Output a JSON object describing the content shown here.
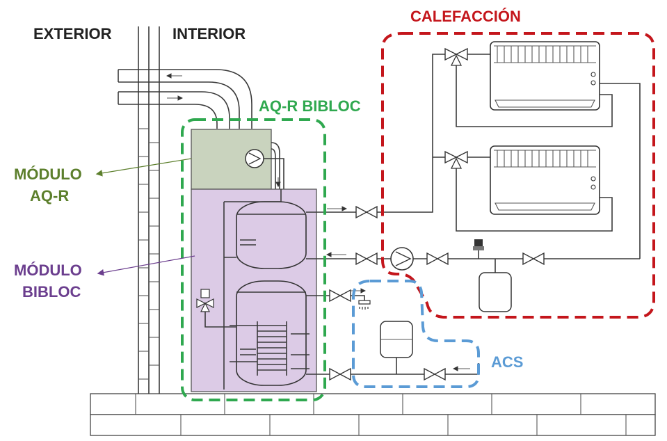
{
  "labels": {
    "exterior": "EXTERIOR",
    "interior": "INTERIOR",
    "calefaccion": "CALEFACCIÓN",
    "aqr_bibloc": "AQ-R BIBLOC",
    "modulo_aqr_line1": "MÓDULO",
    "modulo_aqr_line2": "AQ-R",
    "modulo_bibloc_line1": "MÓDULO",
    "modulo_bibloc_line2": "BIBLOC",
    "acs": "ACS"
  },
  "colors": {
    "calefaccion_red": "#c4161c",
    "bibloc_green": "#2fa84f",
    "acs_blue": "#5b9bd5",
    "aqr_label_green": "#5c7f2c",
    "bibloc_label_purple": "#6b3e8e",
    "aqr_module_fill": "#c9d3be",
    "bibloc_module_fill": "#dccbe6",
    "line_dark": "#3a3a3a",
    "text_dark": "#222222"
  },
  "icons": {
    "pump": "circulation-pump-icon",
    "valve": "bowtie-valve-icon",
    "three_way_valve": "three-way-valve-icon",
    "expansion_vessel": "expansion-vessel-icon",
    "shower": "shower-head-icon",
    "radiator": "fan-coil-radiator-icon"
  }
}
